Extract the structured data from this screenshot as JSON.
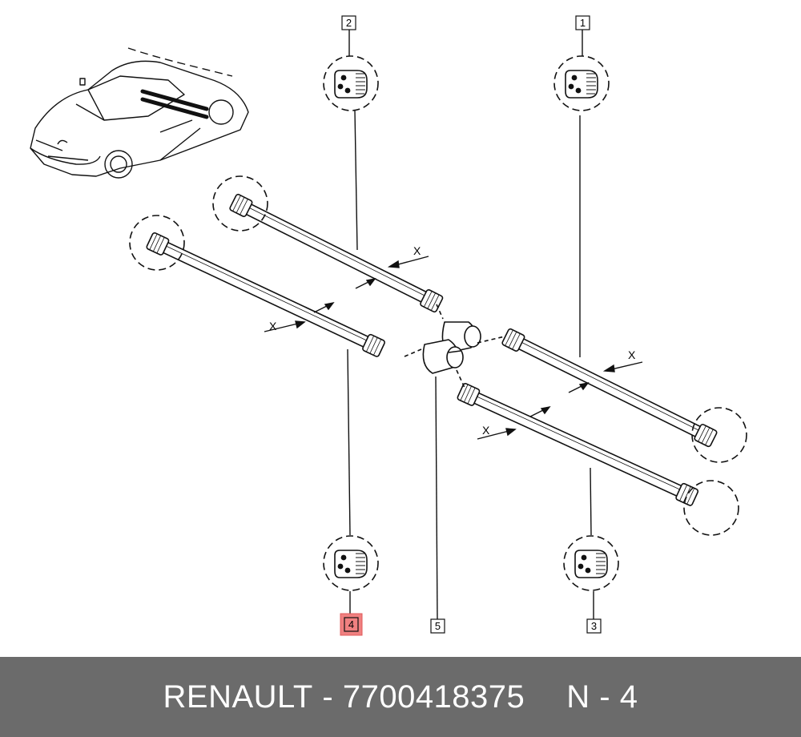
{
  "diagram": {
    "callouts": [
      "1",
      "2",
      "3",
      "4",
      "5"
    ],
    "highlighted_callout": "4",
    "dimension_label": "X",
    "highlight_color": "#f08080",
    "line_color": "#111111"
  },
  "footer": {
    "brand": "RENAULT",
    "separator": "-",
    "part_number": "7700418375",
    "position": "N - 4",
    "background_color": "#6b6b6b",
    "text_color": "#ffffff"
  }
}
